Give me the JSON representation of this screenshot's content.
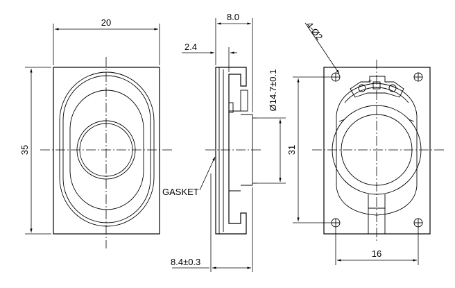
{
  "dimensions": {
    "width": "20",
    "height": "35",
    "depth": "8.0",
    "flange": "2.4",
    "cone_dia": "Ø14.7±0.1",
    "overall_depth": "8.4±0.3",
    "hole_pitch_v": "31",
    "hole_pitch_h": "16",
    "holes": "4-Ø2"
  },
  "labels": {
    "gasket": "GASKET"
  }
}
